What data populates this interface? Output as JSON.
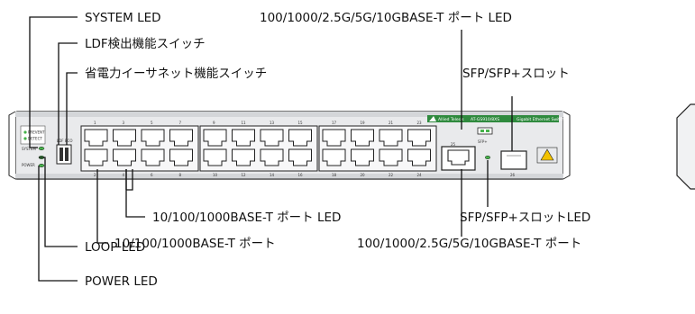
{
  "callouts": {
    "system_led": "SYSTEM LED",
    "ldf_switch": "LDF検出機能スイッチ",
    "eco_switch": "省電力イーサネット機能スイッチ",
    "multigig_led": "100/1000/2.5G/5G/10GBASE-T ポート LED",
    "sfp_slot": "SFP/SFP+スロット",
    "copper_led": "10/100/1000BASE-T ポート LED",
    "sfp_led": "SFP/SFP+スロットLED",
    "copper_port": "10/100/1000BASE-T ポート",
    "multigig_port": "100/1000/2.5G/5G/10GBASE-T ポート",
    "loop_led": "LOOP LED",
    "power_led": "POWER LED"
  },
  "panel": {
    "brand": "Allied Telesis",
    "model": "AT-GS910/8XS",
    "banner": "Gigabit Ethernet Switch",
    "prevent_label": "PREVENT",
    "detect_label": "DETECT",
    "system_label": "SYSTEM",
    "power_label": "POWER",
    "ldf_label": "LDF",
    "eco_label": "ECO",
    "sfp_label": "SFP+",
    "sfp_port_number": "26",
    "multigig_port_number": "25",
    "top_port_numbers": [
      "1",
      "3",
      "5",
      "7",
      "9",
      "11",
      "13",
      "15",
      "17",
      "19",
      "21",
      "23"
    ],
    "bottom_port_numbers": [
      "2",
      "4",
      "6",
      "8",
      "10",
      "12",
      "14",
      "16",
      "18",
      "20",
      "22",
      "24"
    ]
  },
  "colors": {
    "panel_accent": "#2f8a3e",
    "led_green": "#46b24a",
    "warning_yellow": "#f2c200"
  }
}
